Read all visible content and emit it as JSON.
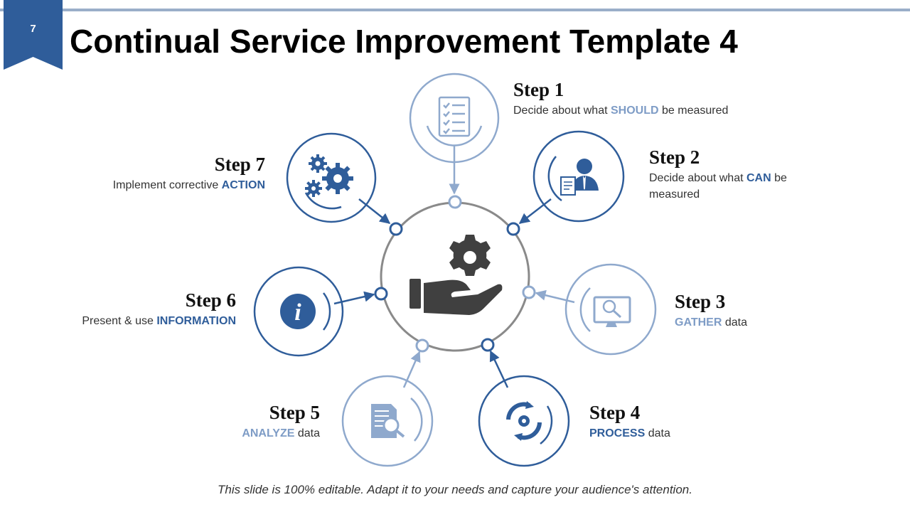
{
  "slide_number": "7",
  "title": "Continual Service Improvement Template 4",
  "center_icon": "hand-gear-icon",
  "steps": [
    {
      "title": "Step 1",
      "pre": "Decide about what ",
      "highlight": "SHOULD",
      "post": " be measured",
      "icon": "checklist-icon",
      "color": "#8fa9cd"
    },
    {
      "title": "Step 2",
      "pre": "Decide about what ",
      "highlight": "CAN",
      "post": " be measured",
      "icon": "businessman-document-icon",
      "color": "#2f5d9a"
    },
    {
      "title": "Step 3",
      "pre": "",
      "highlight": "GATHER",
      "post": " data",
      "icon": "monitor-search-icon",
      "color": "#8fa9cd"
    },
    {
      "title": "Step 4",
      "pre": "",
      "highlight": "PROCESS",
      "post": " data",
      "icon": "process-cycle-icon",
      "color": "#2f5d9a"
    },
    {
      "title": "Step 5",
      "pre": "",
      "highlight": "ANALYZE",
      "post": " data",
      "icon": "document-search-icon",
      "color": "#8fa9cd"
    },
    {
      "title": "Step 6",
      "pre": "Present & use ",
      "highlight": "INFORMATION",
      "post": "",
      "icon": "info-icon",
      "color": "#2f5d9a"
    },
    {
      "title": "Step 7",
      "pre": "Implement corrective ",
      "highlight": "ACTION",
      "post": "",
      "icon": "gears-icon",
      "color": "#2f5d9a"
    }
  ],
  "footer": "This slide is 100% editable. Adapt it to your needs and capture your audience's attention.",
  "colors": {
    "dark_blue": "#2f5d9a",
    "light_blue": "#8fa9cd",
    "center_ring": "#8a8a8a",
    "icon_gray": "#404040",
    "badge": "#2f5d9a"
  }
}
